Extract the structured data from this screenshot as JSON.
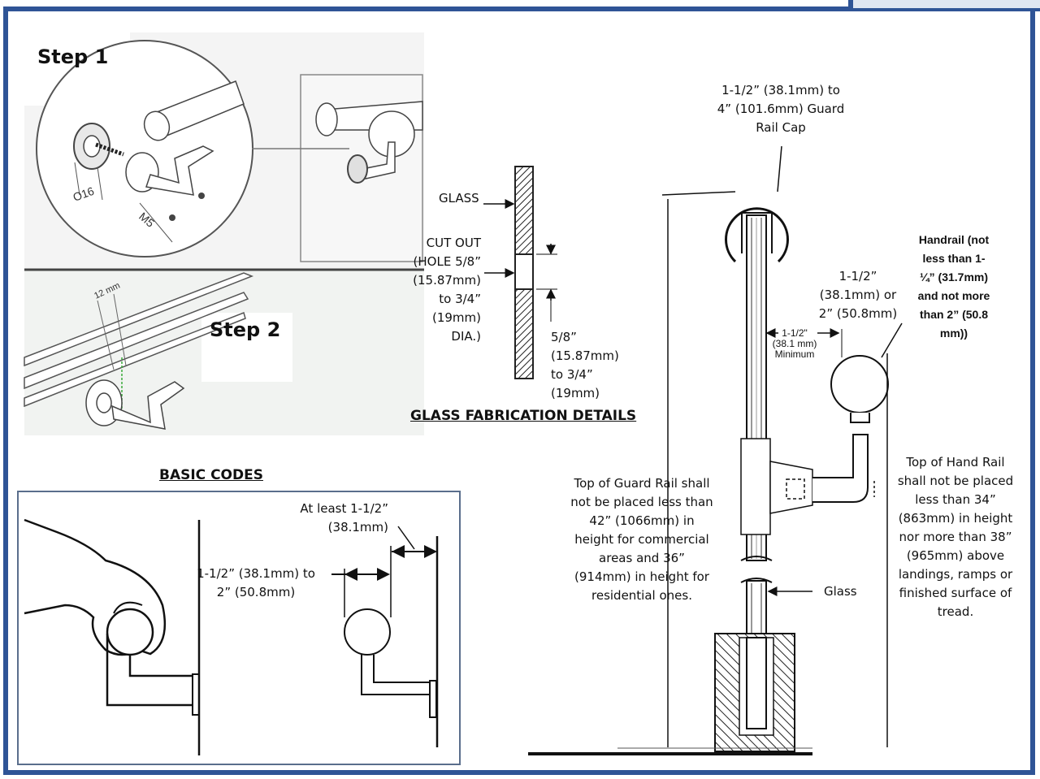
{
  "step1": {
    "title": "Step 1",
    "dim_o16": "O16",
    "dim_m5": "M5"
  },
  "step2": {
    "title": "Step 2",
    "dim_12mm": "12 mm"
  },
  "glass_fab": {
    "title": "GLASS FABRICATION DETAILS",
    "glass_label": "GLASS",
    "cutout": [
      "CUT OUT",
      "(HOLE  5/8”",
      "(15.87mm)",
      "to 3/4”",
      "(19mm)",
      "DIA.)"
    ],
    "depth": [
      "5/8”",
      "(15.87mm)",
      "to 3/4”",
      "(19mm)"
    ]
  },
  "basic_codes": {
    "title": "BASIC CODES",
    "clearance": [
      "At least 1-1/2”",
      "(38.1mm)"
    ],
    "diameter": [
      "1-1/2” (38.1mm) to",
      "2” (50.8mm)"
    ]
  },
  "section": {
    "cap": [
      "1-1/2” (38.1mm) to",
      "4” (101.6mm) Guard",
      "Rail Cap"
    ],
    "handrail": [
      "Handrail (not",
      "less than 1-",
      "¼” (31.7mm)",
      "and not more",
      "than 2” (50.8",
      "mm))"
    ],
    "handrail_size": [
      "1-1/2”",
      "(38.1mm) or",
      "2” (50.8mm)"
    ],
    "min_clear": [
      "1-1/2\"",
      "(38.1 mm)",
      "Minimum"
    ],
    "guard_height": [
      "Top of Guard Rail shall",
      "not be placed less than",
      "42” (1066mm) in",
      "height for commercial",
      "areas and 36”",
      "(914mm) in height for",
      "residential ones."
    ],
    "hand_height": [
      "Top of Hand Rail",
      "shall not  be placed",
      "less than 34”",
      "(863mm) in height",
      "nor more than 38”",
      "(965mm) above",
      "landings, ramps or",
      "finished surface of",
      "tread."
    ],
    "glass": "Glass"
  }
}
